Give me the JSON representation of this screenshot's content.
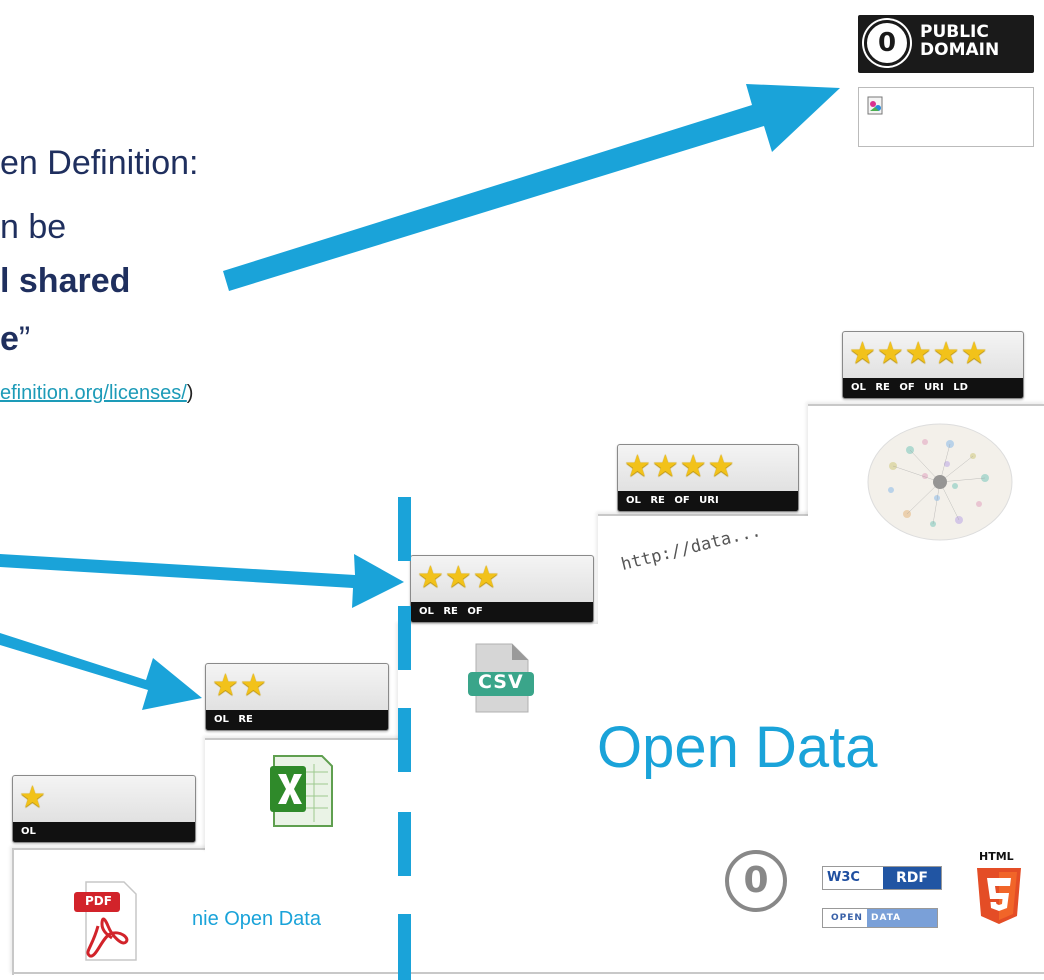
{
  "definition": {
    "line1": "en Definition:",
    "line2": "n be",
    "line3": "l shared",
    "line4_bold": "e",
    "line4_tail": "”",
    "link_text": "efinition.org/licenses/",
    "link_tail": ")"
  },
  "badges": {
    "public_domain_line1": "PUBLIC",
    "public_domain_line2": "DOMAIN",
    "public_domain_symbol": "0"
  },
  "stairs": [
    {
      "stars": 1,
      "codes": "OL"
    },
    {
      "stars": 2,
      "codes": "OL RE"
    },
    {
      "stars": 3,
      "codes": "OL RE OF"
    },
    {
      "stars": 4,
      "codes": "OL RE OF URI"
    },
    {
      "stars": 5,
      "codes": "OL RE OF URI LD"
    }
  ],
  "labels": {
    "open_data": "Open Data",
    "nie_open_data": "nie Open Data",
    "http": "http://data...",
    "csv": "CSV",
    "pdf": "PDF",
    "cc0": "0",
    "w3c": "W3C",
    "rdf": "RDF",
    "open": "OPEN",
    "data": "DATA",
    "html": "HTML"
  },
  "colors": {
    "arrow": "#1aa3d9",
    "dashes": "#1aa3d9",
    "title_text": "#1f2f5e",
    "star": "#f2c21a"
  }
}
